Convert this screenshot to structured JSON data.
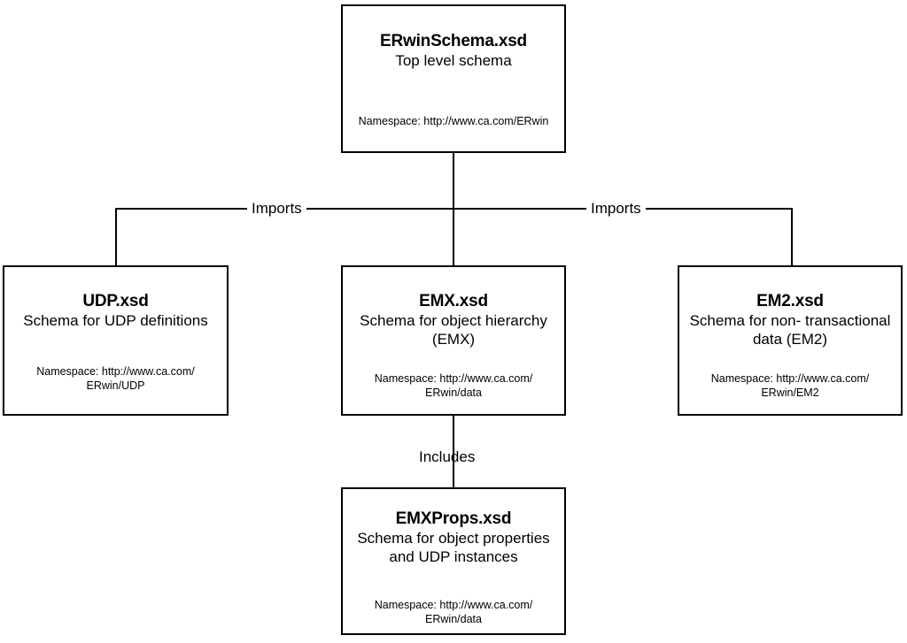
{
  "diagram": {
    "type": "schema-dependency-diagram",
    "background_color": "#ffffff",
    "line_color": "#000000",
    "nodes": [
      {
        "id": "erwinschema",
        "title": "ERwinSchema.xsd",
        "description": "Top level schema",
        "namespace": "Namespace: http://www.ca.com/ERwin"
      },
      {
        "id": "udp",
        "title": "UDP.xsd",
        "description": "Schema for UDP\ndefinitions",
        "namespace": "Namespace: http://www.ca.com/\nERwin/UDP"
      },
      {
        "id": "emx",
        "title": "EMX.xsd",
        "description": "Schema for object\nhierarchy (EMX)",
        "namespace": "Namespace: http://www.ca.com/\nERwin/data"
      },
      {
        "id": "em2",
        "title": "EM2.xsd",
        "description": "Schema for non-\ntransactional data (EM2)",
        "namespace": "Namespace: http://www.ca.com/\nERwin/EM2"
      },
      {
        "id": "emxprops",
        "title": "EMXProps.xsd",
        "description": "Schema for object properties\nand UDP instances",
        "namespace": "Namespace: http://www.ca.com/\nERwin/data"
      }
    ],
    "edges": [
      {
        "id": "imports-left",
        "label": "Imports",
        "from": "erwinschema",
        "to": "udp"
      },
      {
        "id": "imports-mid",
        "label": "",
        "from": "erwinschema",
        "to": "emx"
      },
      {
        "id": "imports-right",
        "label": "Imports",
        "from": "erwinschema",
        "to": "em2"
      },
      {
        "id": "includes",
        "label": "Includes",
        "from": "emx",
        "to": "emxprops"
      }
    ]
  }
}
